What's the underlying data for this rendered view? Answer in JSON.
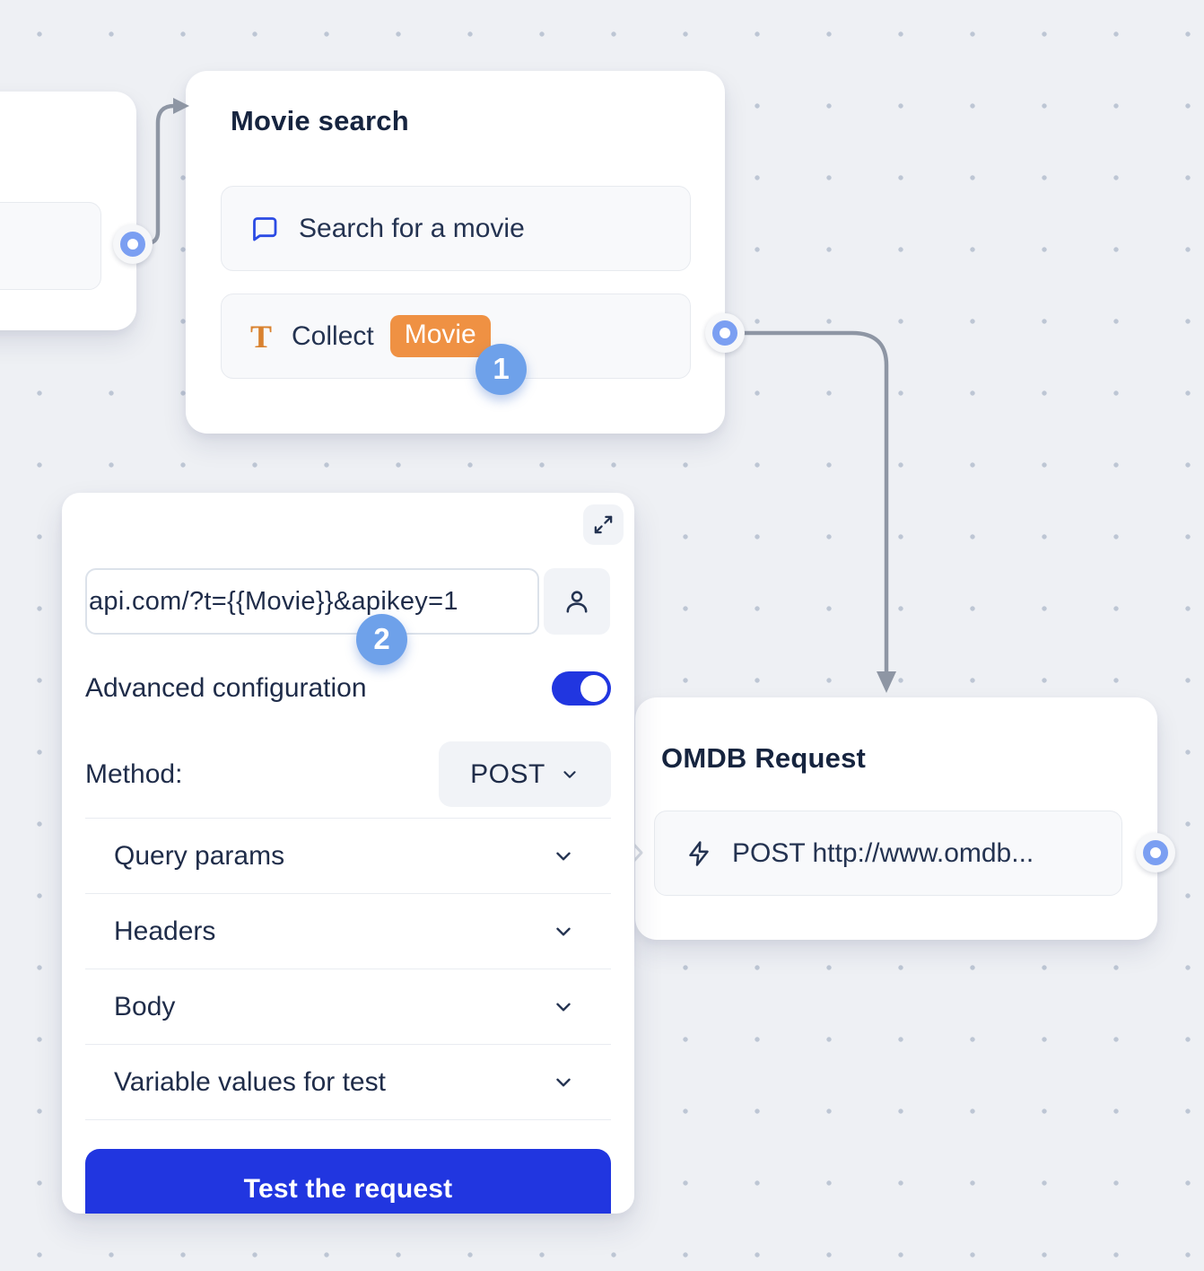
{
  "canvas": {
    "background_color": "#eef0f4",
    "dot_color": "#bdc6d4",
    "connection_color": "#8e96a4"
  },
  "colors": {
    "accent_blue": "#2136e0",
    "badge_blue": "#6ea1ea",
    "connector_blue": "#7b9ff2",
    "orange": "#ef9143",
    "navy_text": "#1f2c49"
  },
  "badges": {
    "step1": "1",
    "step2": "2"
  },
  "nodes": {
    "movie_search": {
      "title": "Movie search",
      "items": [
        {
          "icon": "chat-bubble-icon",
          "label": "Search for a movie"
        },
        {
          "icon": "text-collect-icon",
          "label": "Collect",
          "variable": "Movie"
        }
      ]
    },
    "omdb_request": {
      "title": "OMDB Request",
      "items": [
        {
          "icon": "zap-icon",
          "label": "POST http://www.omdb..."
        }
      ]
    }
  },
  "panel": {
    "url_value": "api.com/?t={{Movie}}&apikey=1",
    "advanced_label": "Advanced configuration",
    "advanced_toggle_on": true,
    "method_label": "Method:",
    "method_value": "POST",
    "sections": [
      "Query params",
      "Headers",
      "Body",
      "Variable values for test"
    ],
    "test_button_label": "Test the request"
  }
}
